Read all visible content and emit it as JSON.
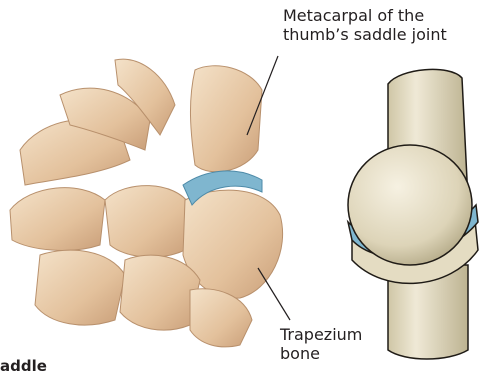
{
  "labels": {
    "metacarpal_line1": "Metacarpal of the",
    "metacarpal_line2": "thumb’s saddle joint",
    "trapezium_line1": "Trapezium",
    "trapezium_line2": "bone",
    "cut_off_heading": "addle"
  },
  "colors": {
    "bone_light": "#ecd3b4",
    "bone_shadow": "#c89f79",
    "cartilage_blue": "#7fb6cf",
    "model_bone": "#e4dcc2",
    "model_shadow": "#b9b08e",
    "outline": "#1f1b16"
  }
}
